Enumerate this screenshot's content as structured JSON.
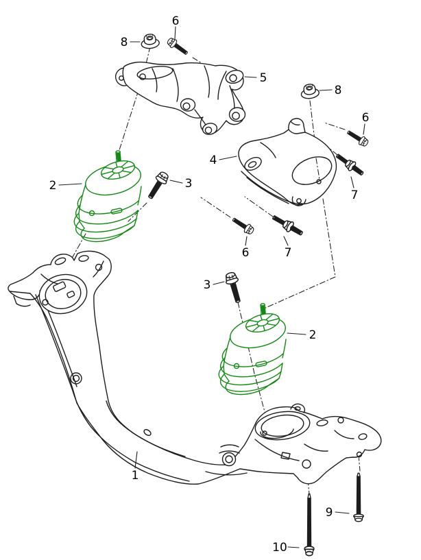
{
  "diagram": {
    "background_color": "#ffffff",
    "line_color": "#1d1d1d",
    "highlight_color": "#128a12"
  },
  "callouts": [
    {
      "id": "callout-6-top",
      "number": "6"
    },
    {
      "id": "callout-8-top-left",
      "number": "8"
    },
    {
      "id": "callout-5",
      "number": "5"
    },
    {
      "id": "callout-8-right",
      "number": "8"
    },
    {
      "id": "callout-6-right",
      "number": "6"
    },
    {
      "id": "callout-4",
      "number": "4"
    },
    {
      "id": "callout-7-right",
      "number": "7"
    },
    {
      "id": "callout-2-left",
      "number": "2"
    },
    {
      "id": "callout-3-left",
      "number": "3"
    },
    {
      "id": "callout-6-middle",
      "number": "6"
    },
    {
      "id": "callout-7-middle",
      "number": "7"
    },
    {
      "id": "callout-3-middle",
      "number": "3"
    },
    {
      "id": "callout-2-right",
      "number": "2"
    },
    {
      "id": "callout-1",
      "number": "1"
    },
    {
      "id": "callout-9",
      "number": "9"
    },
    {
      "id": "callout-10",
      "number": "10"
    }
  ]
}
